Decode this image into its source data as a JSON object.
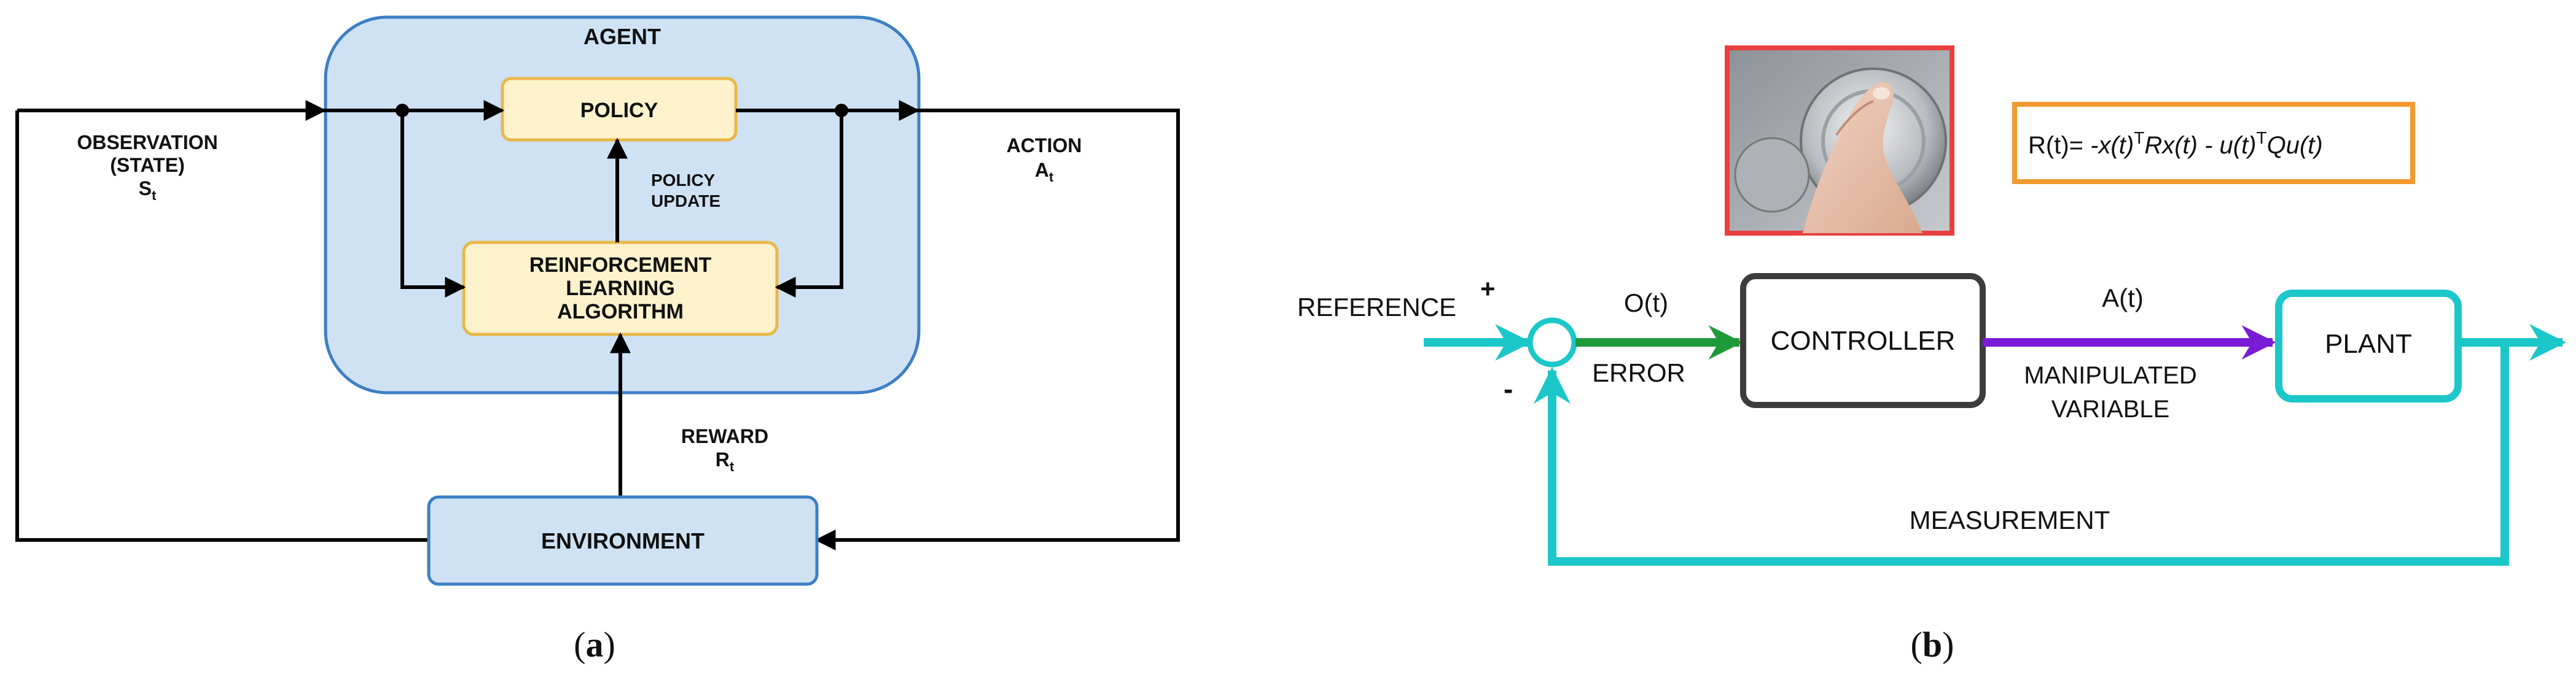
{
  "panel_a": {
    "agent_title": "AGENT",
    "policy": "POLICY",
    "rl_algorithm": [
      "REINFORCEMENT",
      "LEARNING",
      "ALGORITHM"
    ],
    "policy_update": [
      "POLICY",
      "UPDATE"
    ],
    "observation": {
      "line1": "OBSERVATION",
      "line2": "(STATE)",
      "symbol": "S",
      "subscript": "t"
    },
    "action": {
      "line1": "ACTION",
      "symbol": "A",
      "subscript": "t"
    },
    "reward": {
      "line1": "REWARD",
      "symbol": "R",
      "subscript": "t"
    },
    "environment": "ENVIRONMENT",
    "caption": {
      "open": "(",
      "letter": "a",
      "close": ")"
    }
  },
  "panel_b": {
    "reward_formula": {
      "lhs": "R(t)= ",
      "t1": "-x(t)",
      "sup1": "T",
      "t2": "Rx(t) - u(t)",
      "sup2": "T",
      "t3": "Qu(t)"
    },
    "reference": "REFERENCE",
    "plus": "+",
    "minus": "-",
    "error_signal": "O(t)",
    "error": "ERROR",
    "controller": "CONTROLLER",
    "action_signal": "A(t)",
    "manipulated_variable": [
      "MANIPULATED",
      "VARIABLE"
    ],
    "plant": "PLANT",
    "measurement": "MEASUREMENT",
    "photo_icon": "hand-turning-knob",
    "caption": {
      "open": "(",
      "letter": "b",
      "close": ")"
    }
  },
  "colors": {
    "agent_fill": "#cfe2f3",
    "agent_stroke": "#3d7fc4",
    "block_fill": "#fdf2cc",
    "block_stroke": "#e8b84a",
    "env_fill": "#cfe2f3",
    "cyan": "#1cc7c9",
    "green": "#1f9a3a",
    "purple": "#7a1bd8",
    "red_frame": "#e84040",
    "orange_frame": "#f29a2e",
    "controller_stroke": "#3c3c3c"
  }
}
